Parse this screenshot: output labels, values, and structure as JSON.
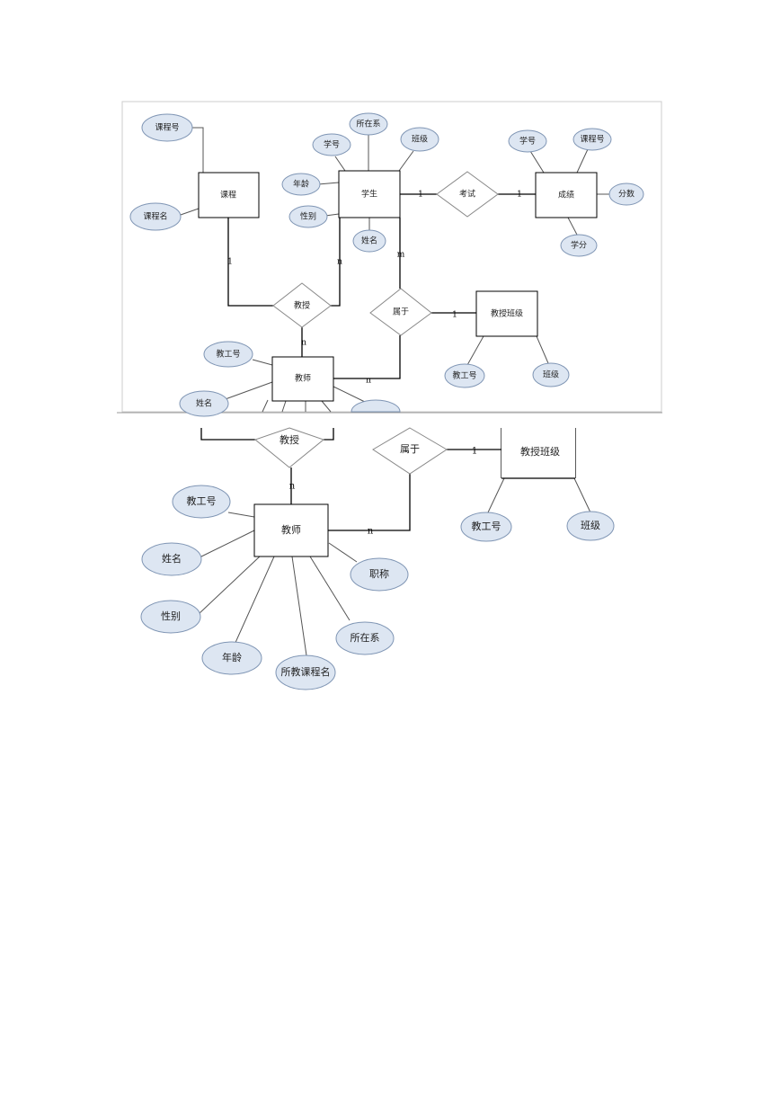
{
  "top": {
    "entities": {
      "course": "课程",
      "student": "学生",
      "grade": "成绩",
      "teacher": "教师",
      "teaching_class": "教授班级"
    },
    "relations": {
      "exam": "考试",
      "teach": "教授",
      "belong": "属于"
    },
    "attributes": {
      "course_no": "课程号",
      "course_name": "课程名",
      "dept": "所在系",
      "student_no": "学号",
      "class": "班级",
      "age": "年龄",
      "gender": "性别",
      "name": "姓名",
      "grade_student_no": "学号",
      "grade_course_no": "课程号",
      "score": "分数",
      "credit": "学分",
      "teacher_no": "教工号",
      "teacher_name": "姓名",
      "tc_teacher_no": "教工号",
      "tc_class": "班级"
    },
    "cardinalities": {
      "course_teach": "1",
      "student_teach": "n",
      "teach_teacher": "n",
      "student_exam": "1",
      "exam_grade": "1",
      "student_belong": "m",
      "belong_tc": "1",
      "teacher_belong": "n"
    }
  },
  "bottom": {
    "entities": {
      "teacher": "教师",
      "teaching_class": "教授班级"
    },
    "relations": {
      "teach": "教授",
      "belong": "属于"
    },
    "attributes": {
      "teacher_no": "教工号",
      "name": "姓名",
      "gender": "性别",
      "age": "年龄",
      "course_taught": "所教课程名",
      "dept": "所在系",
      "title": "职称",
      "tc_teacher_no": "教工号",
      "tc_class": "班级"
    },
    "cardinalities": {
      "teach_teacher": "n",
      "belong_tc": "1",
      "teacher_belong": "n"
    }
  }
}
